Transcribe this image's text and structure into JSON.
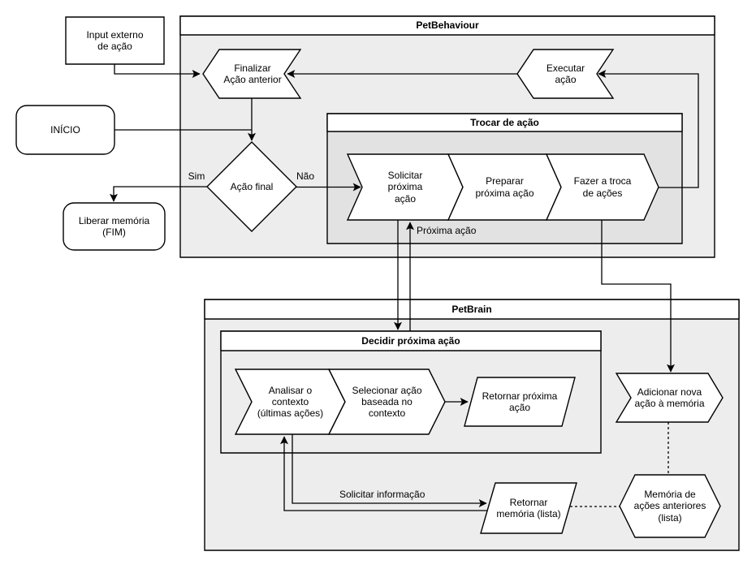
{
  "diagram": {
    "containers": {
      "pet_behaviour": "PetBehaviour",
      "trocar_de_acao": "Trocar de ação",
      "pet_brain": "PetBrain",
      "decidir_proxima_acao": "Decidir próxima ação"
    },
    "nodes": {
      "input_externo": "Input externo\nde ação",
      "inicio": "INÍCIO",
      "liberar_memoria": "Liberar memória\n(FIM)",
      "finalizar_acao": "Finalizar\nAção anterior",
      "executar_acao": "Executar\nação",
      "acao_final": "Ação final",
      "solicitar_proxima_acao": "Solicitar\npróxima\nação",
      "preparar_proxima_acao": "Preparar\npróxima ação",
      "fazer_troca": "Fazer a troca\nde ações",
      "analisar_contexto": "Analisar o\ncontexto\n(últimas ações)",
      "selecionar_acao": "Selecionar ação\nbaseada no\ncontexto",
      "retornar_proxima_acao": "Retornar próxima\nação",
      "adicionar_nova_acao": "Adicionar nova\nação à memória",
      "retornar_memoria": "Retornar\nmemória (lista)",
      "memoria_acoes": "Memória de\nações anteriores\n(lista)"
    },
    "edge_labels": {
      "sim": "Sim",
      "nao": "Não",
      "proxima_acao": "Próxima ação",
      "solicitar_informacao": "Solicitar informação"
    },
    "colors": {
      "canvas": "#ffffff",
      "shape_fill": "#ffffff",
      "stroke": "#000000",
      "outer_container_body": "#ededed",
      "inner_container_body": "#e2e2e2"
    }
  }
}
